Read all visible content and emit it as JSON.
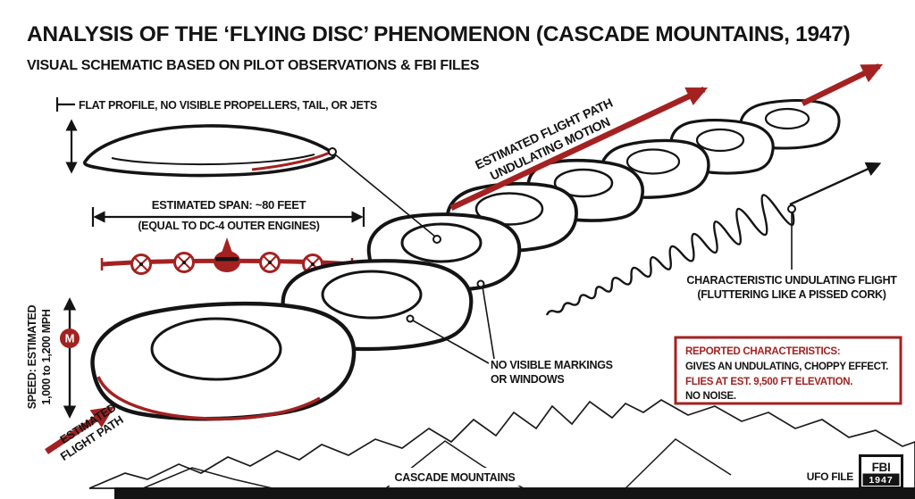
{
  "header": {
    "title": "ANALYSIS OF THE ‘FLYING DISC’ PHENOMENON (CASCADE MOUNTAINS, 1947)",
    "subtitle": "VISUAL SCHEMATIC BASED ON PILOT OBSERVATIONS & FBI FILES"
  },
  "labels": {
    "flat_profile": "FLAT PROFILE, NO VISIBLE PROPELLERS, TAIL, OR JETS",
    "span_line1": "ESTIMATED SPAN: ~80 FEET",
    "span_line2": "(EQUAL TO DC-4 OUTER ENGINES)",
    "speed_line1": "SPEED: ESTIMATED",
    "speed_line2": "1,000 to 1,200 MPH",
    "mach_badge": "M",
    "flight_path_lower_line1": "ESTIMATED",
    "flight_path_lower_line2": "FLIGHT PATH",
    "flight_path_upper_line1": "ESTIMATED FLIGHT PATH",
    "flight_path_upper_line2": "UNDULATING MOTION",
    "no_markings_line1": "NO VISIBLE MARKINGS",
    "no_markings_line2": "OR WINDOWS",
    "undulating_line1": "CHARACTERISTIC UNDULATING FLIGHT",
    "undulating_line2": "(FLUTTERING LIKE A PISSED CORK)",
    "mountains": "CASCADE MOUNTAINS",
    "ufo_file": "UFO FILE"
  },
  "report_box": {
    "heading": "REPORTED CHARACTERISTICS:",
    "line2": "GIVES AN UNDULATING, CHOPPY EFFECT.",
    "line3": "FLIES AT EST. 9,500 FT ELEVATION.",
    "line4": "NO NOISE."
  },
  "stamp": {
    "line1": "FBI",
    "line2": "1947"
  },
  "colors": {
    "accent_red": "#a42121",
    "ink": "#141414",
    "background": "#ffffff"
  }
}
